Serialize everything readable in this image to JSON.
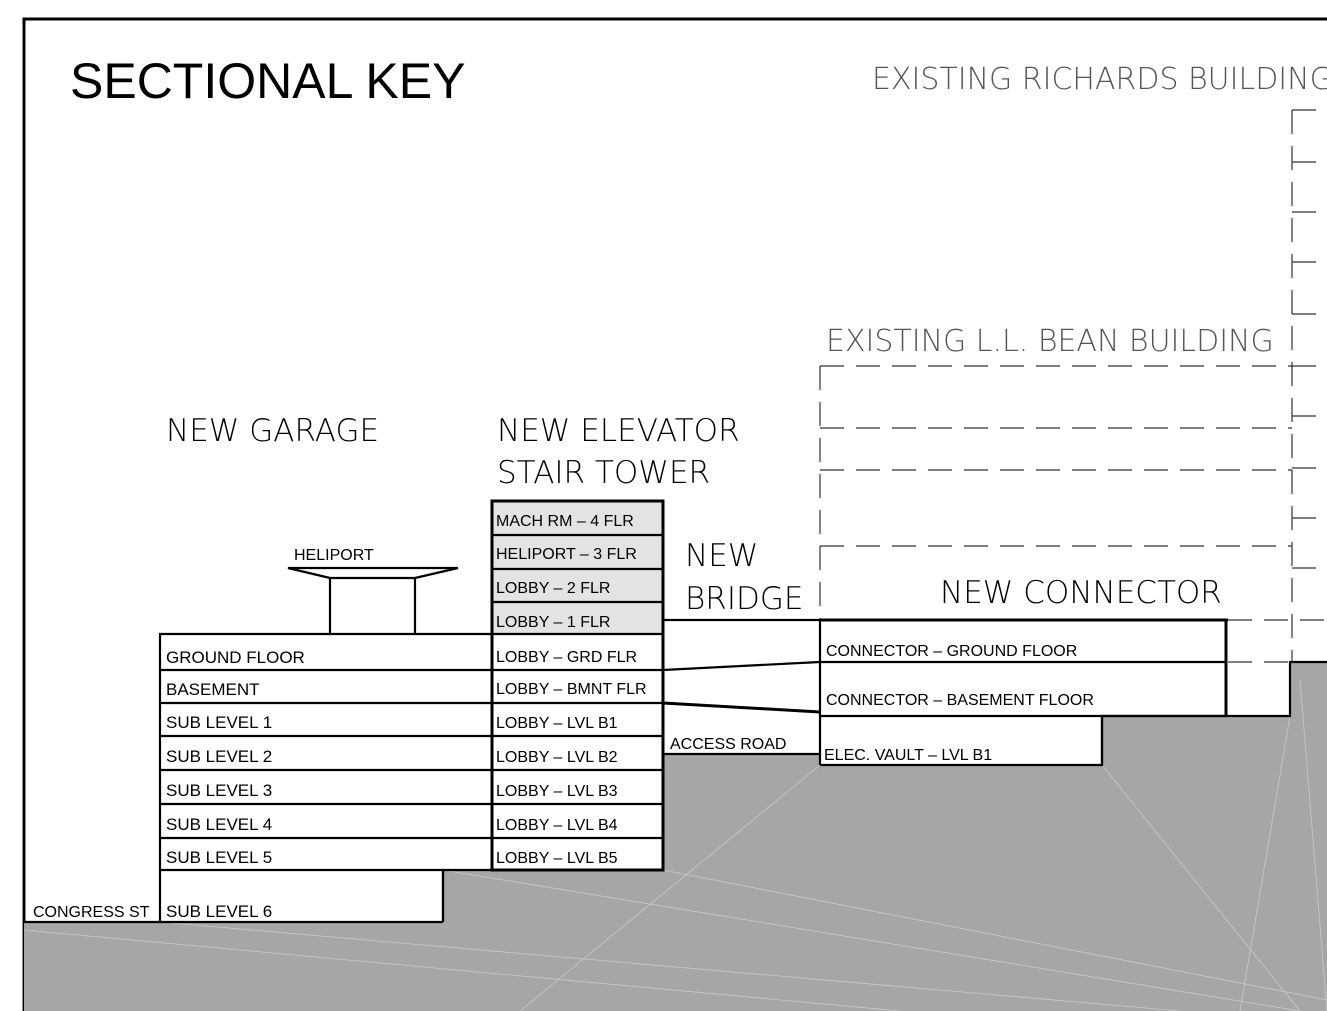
{
  "title": "SECTIONAL KEY",
  "existing_richards": "EXISTING  RICHARDS  BUILDING",
  "existing_llbean": "EXISTING  L.L.  BEAN  BUILDING",
  "new_garage": "NEW  GARAGE",
  "new_elevator_line1": "NEW  ELEVATOR",
  "new_elevator_line2": "STAIR  TOWER",
  "new_bridge_line1": "NEW",
  "new_bridge_line2": "BRIDGE",
  "new_connector": "NEW  CONNECTOR",
  "heliport": "HELIPORT",
  "congress_st": "CONGRESS ST",
  "access_road": "ACCESS ROAD",
  "garage_levels": [
    "GROUND  FLOOR",
    "BASEMENT",
    "SUB  LEVEL  1",
    "SUB  LEVEL  2",
    "SUB  LEVEL  3",
    "SUB  LEVEL  4",
    "SUB  LEVEL  5",
    "SUB  LEVEL  6"
  ],
  "tower_levels": [
    "MACH  RM  –  4  FLR",
    "HELIPORT  –  3  FLR",
    "LOBBY  –  2  FLR",
    "LOBBY  –  1  FLR",
    "LOBBY  –  GRD  FLR",
    "LOBBY  –  BMNT  FLR",
    "LOBBY  –  LVL  B1",
    "LOBBY  –  LVL  B2",
    "LOBBY  –  LVL  B3",
    "LOBBY  –  LVL  B4",
    "LOBBY  –  LVL  B5"
  ],
  "connector_levels": [
    "CONNECTOR  –  GROUND  FLOOR",
    "CONNECTOR  –  BASEMENT  FLOOR"
  ],
  "elec_vault": "ELEC.  VAULT  –  LVL  B1",
  "colors": {
    "ground": "#a6a6a6",
    "highlight_cell": "#e3e3e3",
    "line": "#000000",
    "existing_text": "#555555"
  }
}
